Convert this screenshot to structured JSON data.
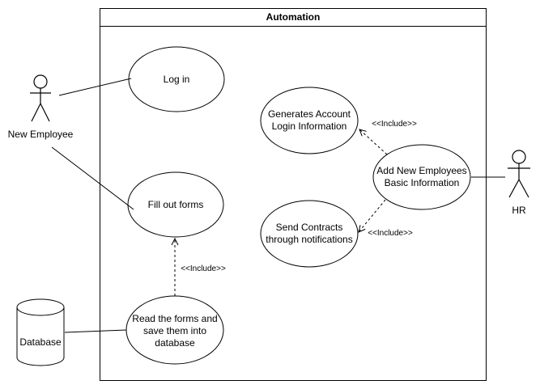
{
  "system": {
    "title": "Automation"
  },
  "actors": {
    "new_employee": "New Employee",
    "hr": "HR",
    "database": "Database"
  },
  "use_cases": {
    "login": "Log in",
    "fill_forms": "Fill out forms",
    "read_forms": "Read the forms and\nsave them into\ndatabase",
    "generate_account": "Generates Account\nLogin Information",
    "send_contracts": "Send Contracts\nthrough notifications",
    "add_employees": "Add New Employees\nBasic Information"
  },
  "relations": {
    "include_fill": "<<Include>>",
    "include_generate": "<<Include>>",
    "include_send": "<<Include>>"
  }
}
